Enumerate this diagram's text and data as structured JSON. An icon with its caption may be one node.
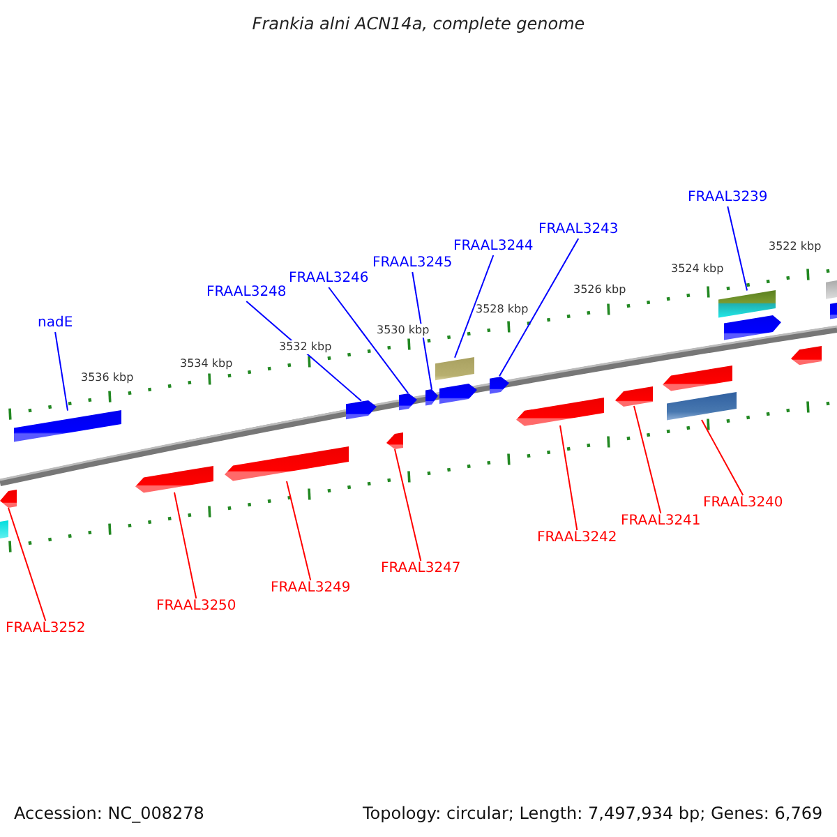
{
  "diagram": {
    "title": "Frankia alni ACN14a, complete genome",
    "nodes": [
      {
        "text": [
          "nadE"
        ]
      },
      {
        "text": [],
        "shape": "box"
      },
      {
        "text": [
          "FRAAL3248"
        ]
      },
      {
        "text": [],
        "shape": "arrow"
      },
      {
        "text": [
          "FRAAL3246"
        ]
      },
      {
        "text": [],
        "shape": "arrow"
      },
      {
        "text": [
          "FRAAL3245"
        ]
      },
      {
        "text": [],
        "shape": "arrow"
      },
      {
        "text": [
          "FRAAL3244"
        ]
      },
      {
        "text": [],
        "shape": "box"
      },
      {
        "text": [
          "FRAAL3243"
        ]
      },
      {
        "text": [],
        "shape": "arrow"
      },
      {
        "text": [
          "FRAAL3239"
        ]
      },
      {
        "text": [],
        "shape": "box"
      },
      {
        "text": [
          "FRAAL3252"
        ]
      },
      {
        "text": [],
        "shape": "arrow"
      },
      {
        "text": [
          "FRAAL3250"
        ]
      },
      {
        "text": [],
        "shape": "arrow"
      },
      {
        "text": [
          "FRAAL3249"
        ]
      },
      {
        "text": [],
        "shape": "arrow"
      },
      {
        "text": [
          "FRAAL3247"
        ]
      },
      {
        "text": [],
        "shape": "arrow"
      },
      {
        "text": [
          "FRAAL3242"
        ]
      },
      {
        "text": [],
        "shape": "arrow"
      },
      {
        "text": [
          "FRAAL3241"
        ]
      },
      {
        "text": [],
        "shape": "arrow"
      },
      {
        "text": [
          "FRAAL3240"
        ]
      },
      {
        "text": [],
        "shape": "box"
      },
      {
        "text": [],
        "shape": "arrow"
      },
      {
        "text": [],
        "shape": "arrow"
      },
      {
        "text": [],
        "shape": "arrow"
      },
      {
        "text": [],
        "shape": "arrow"
      },
      {
        "text": [],
        "shape": "box"
      },
      {
        "text": [],
        "shape": "box"
      },
      {
        "text": [],
        "shape": "box"
      }
    ],
    "edges": [
      {
        "from": 0,
        "to": 1,
        "arrow": "none",
        "color": "#0000ff"
      },
      {
        "from": 2,
        "to": 3,
        "arrow": "none",
        "color": "#0000ff"
      },
      {
        "from": 4,
        "to": 5,
        "arrow": "none",
        "color": "#0000ff"
      },
      {
        "from": 6,
        "to": 7,
        "arrow": "none",
        "color": "#0000ff"
      },
      {
        "from": 8,
        "to": 9,
        "arrow": "none",
        "color": "#0000ff"
      },
      {
        "from": 10,
        "to": 11,
        "arrow": "none",
        "color": "#0000ff"
      },
      {
        "from": 12,
        "to": 13,
        "arrow": "none",
        "color": "#0000ff"
      },
      {
        "from": 14,
        "to": 15,
        "arrow": "none",
        "color": "#ff0000"
      },
      {
        "from": 16,
        "to": 17,
        "arrow": "none",
        "color": "#ff0000"
      },
      {
        "from": 18,
        "to": 19,
        "arrow": "none",
        "color": "#ff0000"
      },
      {
        "from": 20,
        "to": 21,
        "arrow": "none",
        "color": "#ff0000"
      },
      {
        "from": 22,
        "to": 23,
        "arrow": "none",
        "color": "#ff0000"
      },
      {
        "from": 24,
        "to": 25,
        "arrow": "none",
        "color": "#ff0000"
      },
      {
        "from": 26,
        "to": 27,
        "arrow": "none",
        "color": "#ff0000"
      }
    ],
    "labels": [
      "3536 kbp",
      "3534 kbp",
      "3532 kbp",
      "3530 kbp",
      "3528 kbp",
      "3526 kbp",
      "3524 kbp",
      "3522 kbp",
      "Accession: NC_008278",
      "Topology: circular; Length: 7,497,934 bp; Genes: 6,769"
    ]
  }
}
